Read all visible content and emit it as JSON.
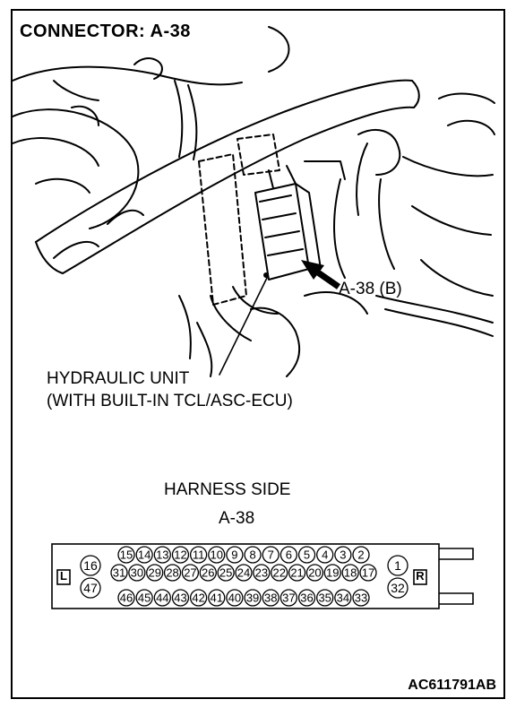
{
  "title": "CONNECTOR: A-38",
  "callout_connector": "A-38 (B)",
  "unit_label_line1": "HYDRAULIC UNIT",
  "unit_label_line2": "(WITH BUILT-IN TCL/ASC-ECU)",
  "harness_title": "HARNESS SIDE",
  "harness_connector": "A-38",
  "side_left": "L",
  "side_right": "R",
  "pins": {
    "row1": [
      "15",
      "14",
      "13",
      "12",
      "11",
      "10",
      "9",
      "8",
      "7",
      "6",
      "5",
      "4",
      "3",
      "2"
    ],
    "row2": [
      "31",
      "30",
      "29",
      "28",
      "27",
      "26",
      "25",
      "24",
      "23",
      "22",
      "21",
      "20",
      "19",
      "18",
      "17"
    ],
    "row3": [
      "46",
      "45",
      "44",
      "43",
      "42",
      "41",
      "40",
      "39",
      "38",
      "37",
      "36",
      "35",
      "34",
      "33"
    ],
    "left_top": "16",
    "left_bottom": "47",
    "right_top": "1",
    "right_bottom": "32"
  },
  "figure_code": "AC611791AB"
}
